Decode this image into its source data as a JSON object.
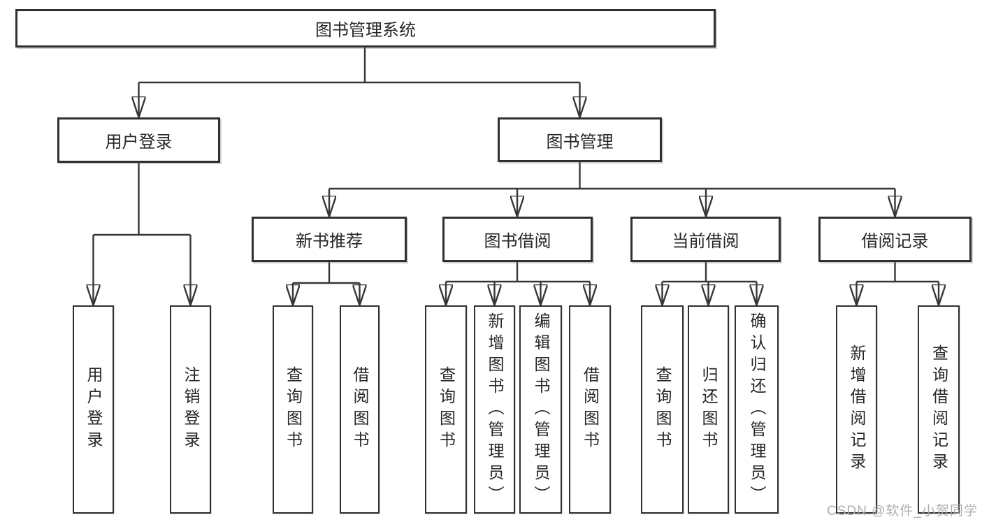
{
  "tree": {
    "label": "图书管理系统",
    "children": [
      {
        "label": "用户登录",
        "children": [
          {
            "label": "用户登录"
          },
          {
            "label": "注销登录"
          }
        ]
      },
      {
        "label": "图书管理",
        "children": [
          {
            "label": "新书推荐",
            "children": [
              {
                "label": "查询图书"
              },
              {
                "label": "借阅图书"
              }
            ]
          },
          {
            "label": "图书借阅",
            "children": [
              {
                "label": "查询图书"
              },
              {
                "label": "新增图书（管理员）"
              },
              {
                "label": "编辑图书（管理员）"
              },
              {
                "label": "借阅图书"
              }
            ]
          },
          {
            "label": "当前借阅",
            "children": [
              {
                "label": "查询图书"
              },
              {
                "label": "归还图书"
              },
              {
                "label": "确认归还（管理员）"
              }
            ]
          },
          {
            "label": "借阅记录",
            "children": [
              {
                "label": "新增借阅记录"
              },
              {
                "label": "查询借阅记录"
              }
            ]
          }
        ]
      }
    ]
  },
  "watermark": "CSDN @软件_小贺同学",
  "colors": {
    "line": "#363636",
    "box_border": "#303030",
    "text": "#262626",
    "watermark": "#a8a8a8",
    "background": "#ffffff"
  }
}
